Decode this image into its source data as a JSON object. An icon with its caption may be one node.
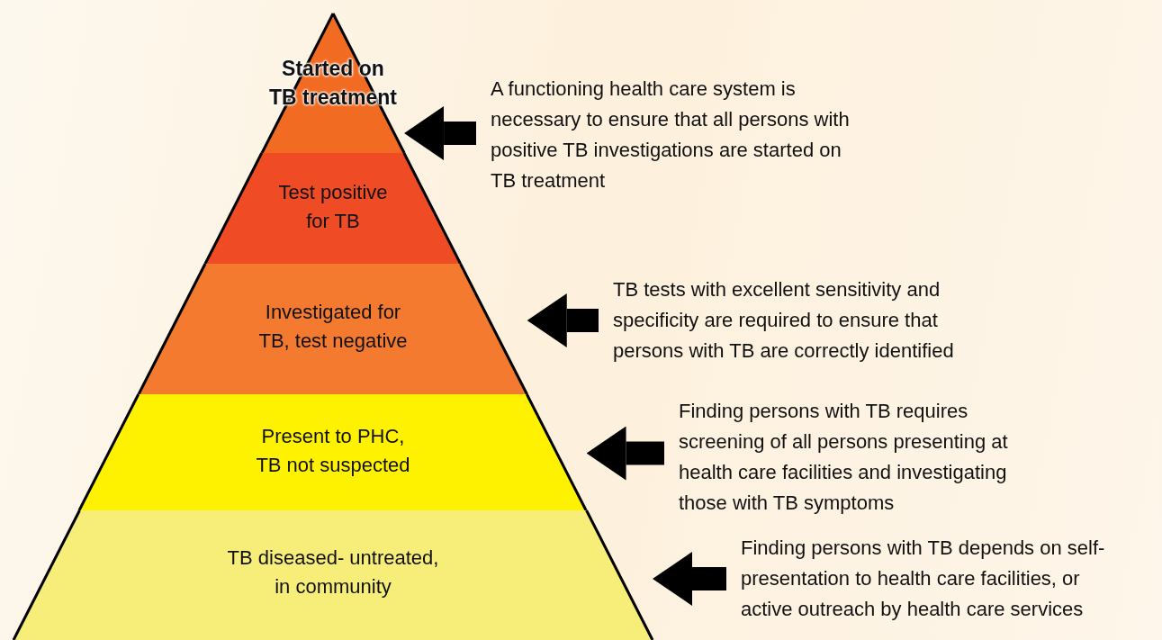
{
  "diagram": {
    "nodes": [
      {
        "text": [
          "Started on TB treatment"
        ]
      },
      {
        "text": [
          "Test positive for TB"
        ]
      },
      {
        "text": [
          "Investigated for TB, test negative"
        ]
      },
      {
        "text": [
          "Present to PHC, TB not suspected"
        ]
      },
      {
        "text": [
          "TB diseased- untreated, in community"
        ]
      },
      {
        "text": [
          "A functioning health care system is necessary to ensure that all persons with positive TB investigations are started on TB treatment"
        ]
      },
      {
        "text": [
          "TB tests with excellent sensitivity and specificity are required to ensure that persons with TB are correctly identified"
        ]
      },
      {
        "text": [
          "Finding persons with TB requires screening of all persons presenting at health care facilities and investigating those with TB symptoms"
        ]
      },
      {
        "text": [
          "Finding persons with TB depends on self-presentation to health care facilities, or active outreach by health care services"
        ]
      }
    ],
    "edges": [
      {
        "from": 5,
        "to": 0,
        "arrow": "to"
      },
      {
        "from": 6,
        "to": 2,
        "arrow": "to"
      },
      {
        "from": 7,
        "to": 3,
        "arrow": "to"
      },
      {
        "from": 8,
        "to": 4,
        "arrow": "to"
      }
    ]
  }
}
